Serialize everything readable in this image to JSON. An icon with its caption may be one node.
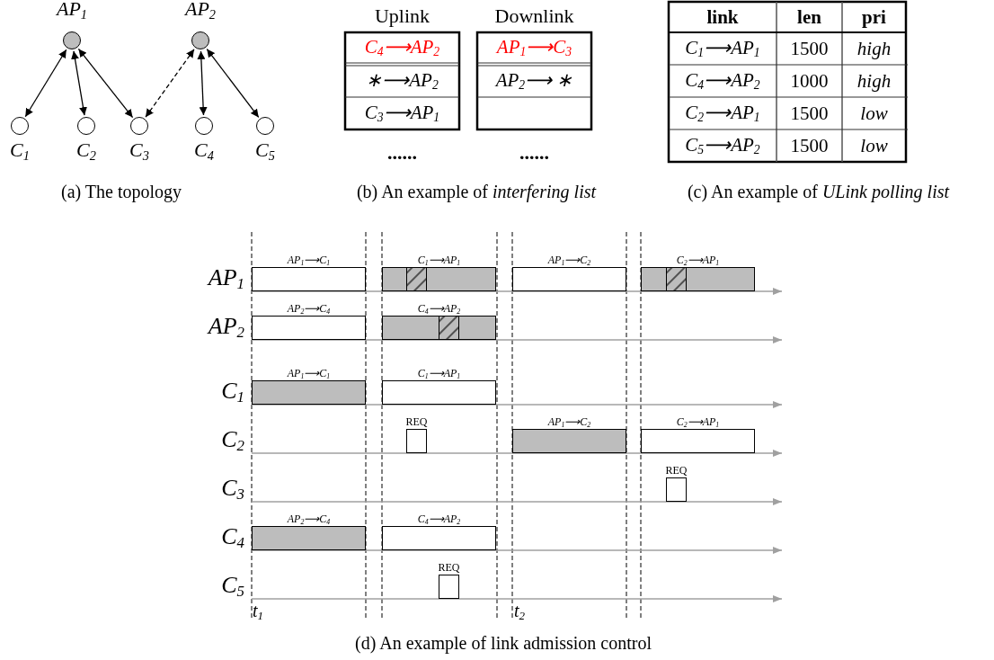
{
  "diagram": {
    "nodes": [
      {
        "text": [
          "AP$_{1}$"
        ]
      },
      {
        "text": [
          "AP$_{2}$"
        ]
      },
      {
        "text": [
          "C$_{1}$"
        ]
      },
      {
        "text": [
          "C$_{2}$"
        ]
      },
      {
        "text": [
          "C$_{3}$"
        ]
      },
      {
        "text": [
          "C$_{4}$"
        ]
      },
      {
        "text": [
          "C$_{5}$"
        ]
      },
      {
        "text": [
          "AP$_{1}$⟶C$_{1}$"
        ]
      },
      {
        "text": [
          "C$_{1}$⟶AP$_{1}$"
        ]
      },
      {
        "text": [
          "AP$_{1}$⟶C$_{2}$"
        ]
      },
      {
        "text": [
          "C$_{2}$⟶AP$_{1}$"
        ]
      },
      {
        "text": [
          "AP$_{2}$⟶C$_{4}$"
        ]
      },
      {
        "text": [
          "C$_{4}$⟶AP$_{2}$"
        ]
      },
      {
        "text": [
          "AP$_{1}$⟶C$_{1}$"
        ]
      },
      {
        "text": [
          "C$_{1}$⟶AP$_{1}$"
        ]
      },
      {
        "text": [
          "REQ"
        ]
      },
      {
        "text": [
          "AP$_{1}$⟶C$_{2}$"
        ]
      },
      {
        "text": [
          "C$_{2}$⟶AP$_{1}$"
        ]
      },
      {
        "text": [
          "REQ"
        ]
      },
      {
        "text": [
          "AP$_{2}$⟶C$_{4}$"
        ]
      },
      {
        "text": [
          "C$_{4}$⟶AP$_{2}$"
        ]
      },
      {
        "text": [
          "REQ"
        ]
      }
    ],
    "edges": [
      {
        "from": 0,
        "to": 2,
        "arrow": "both"
      },
      {
        "from": 0,
        "to": 3,
        "arrow": "both"
      },
      {
        "from": 0,
        "to": 4,
        "arrow": "both"
      },
      {
        "from": 1,
        "to": 4,
        "arrow": "both",
        "style": "dashed"
      },
      {
        "from": 1,
        "to": 5,
        "arrow": "both"
      },
      {
        "from": 1,
        "to": 6,
        "arrow": "both"
      }
    ],
    "labels": [
      "Uplink",
      "Downlink",
      "C$_{4}$⟶AP$_{2}$",
      "AP$_{1}$⟶C$_{3}$",
      "∗⟶AP$_{2}$",
      "AP$_{2}$⟶ ∗",
      "C$_{3}$⟶AP$_{1}$",
      "......",
      "......",
      "link",
      "len",
      "pri",
      "C$_{1}$⟶AP$_{1}$",
      "1500",
      "high",
      "C$_{4}$⟶AP$_{2}$",
      "1000",
      "high",
      "C$_{2}$⟶AP$_{1}$",
      "1500",
      "low",
      "C$_{5}$⟶AP$_{2}$",
      "1500",
      "low",
      "(a) The topology",
      "(b) An example of *interfering list*",
      "(c) An example of *ULink polling list*",
      "AP$_{1}$",
      "AP$_{2}$",
      "C$_{1}$",
      "C$_{2}$",
      "C$_{3}$",
      "C$_{4}$",
      "C$_{5}$",
      "t$_{1}$",
      "t$_{2}$",
      "(d) An example of link admission control"
    ]
  }
}
